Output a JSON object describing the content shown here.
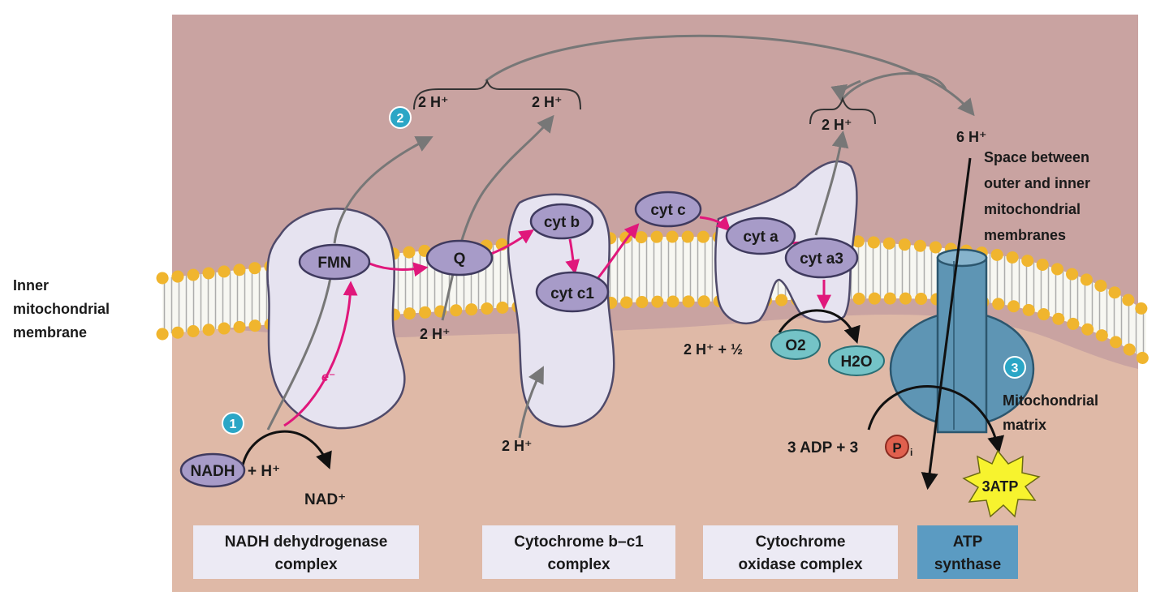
{
  "side_labels": {
    "inner_membrane": [
      "Inner",
      "mitochondrial",
      "membrane"
    ],
    "intermembrane_space": [
      "Space between",
      "outer and inner",
      "mitochondrial",
      "membranes"
    ],
    "matrix": [
      "Mitochondrial",
      "matrix"
    ]
  },
  "step_badges": [
    "1",
    "2",
    "3"
  ],
  "proteins": {
    "fmn": "FMN",
    "q": "Q",
    "cyt_b": "cyt b",
    "cyt_c1": "cyt c1",
    "cyt_c": "cyt c",
    "cyt_a": "cyt a",
    "cyt_a3": "cyt a3"
  },
  "molecules": {
    "nadh": "NADH",
    "plus_h": "+ H⁺",
    "nad": "NAD⁺",
    "electron": "e⁻",
    "o2": "O2",
    "h2o": "H2O",
    "two_h_half": "2 H⁺ + ½",
    "adp_pi": "3 ADP + 3",
    "pi": "P",
    "pi_sub": "i",
    "atp": "3ATP"
  },
  "proton_labels": {
    "h_top_left": "2 H⁺",
    "h_top_mid": "2 H⁺",
    "h_top_right": "2 H⁺",
    "h_six": "6 H⁺",
    "h_below_q": "2 H⁺",
    "h_matrix_cyt": "2 H⁺"
  },
  "complex_labels": {
    "nadh_dehydrogenase": [
      "NADH dehydrogenase",
      "complex"
    ],
    "cytochrome_bc1": [
      "Cytochrome b–c1",
      "complex"
    ],
    "cytochrome_oxidase": [
      "Cytochrome",
      "oxidase complex"
    ],
    "atp_synthase": [
      "ATP",
      "synthase"
    ]
  },
  "colors": {
    "intermembrane_bg": "#c9a3a1",
    "matrix_bg": "#dfb9a7",
    "protein_fill": "#e6e3f0",
    "carrier_fill": "#a79bc8",
    "electron_arrow": "#e0177b",
    "proton_arrow": "#777777",
    "lipid_head": "#f0b52e",
    "atp_synthase": "#5e95b4",
    "badge": "#2ba6c6",
    "o2_fill": "#74c3c7",
    "pi_fill": "#e0604e",
    "atp_star": "#f7f32e",
    "label_box": "#eceaf4",
    "atp_label_box": "#5b9bc2"
  }
}
